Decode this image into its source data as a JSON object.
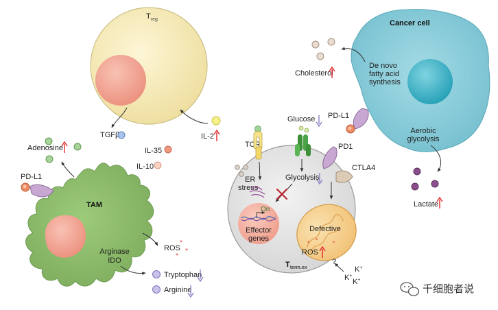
{
  "treg": {
    "label": "T",
    "sub": "reg"
  },
  "treg_outputs": {
    "tgfb": "TGFβ",
    "il2": "IL-2",
    "il35": "IL-35",
    "il10": "IL-10"
  },
  "tam": {
    "label": "TAM",
    "pdl1": "PD-L1",
    "adenosine": "Adenosine",
    "ros": "ROS",
    "enzymes_line1": "Arginase",
    "enzymes_line2": "IDO",
    "tryptophan": "Tryptophan",
    "arginine": "Arginine"
  },
  "cancer": {
    "label": "Cancer cell",
    "fa_line1": "De novo",
    "fa_line2": "fatty acid",
    "fa_line3": "synthesis",
    "cholesterol": "Cholesterol",
    "pdl1": "PD-L1",
    "glyco_line1": "Aerobic",
    "glyco_line2": "glycolysis",
    "lactate": "Lactate"
  },
  "tcell": {
    "label": "T",
    "sub": "term.ex",
    "glucose": "Glucose",
    "tcr": "TCR",
    "pd1": "PD1",
    "ctla4": "CTLA4",
    "er_line1": "ER",
    "er_line2": "stress",
    "glycolysis": "Glycolysis",
    "on": "On",
    "eff_line1": "Effector",
    "eff_line2": "genes",
    "mito_label": "Defective",
    "ros": "ROS",
    "question": "?",
    "k": "K",
    "plus": "+"
  },
  "watermark": "千细胞者说",
  "colors": {
    "treg_fill": "#f8eebe",
    "treg_nucleus": "#f3a898",
    "tam_fill": "#8fbe6e",
    "tam_nucleus": "#f0a494",
    "cancer_fill": "#8fcfdc",
    "cancer_nucleus": "#3eb2c6",
    "tcell_fill": "#e7e7e7",
    "mito_fill": "#f7d497",
    "up_arrow": "#e3262b",
    "down_arrow": "#8b7fc4"
  }
}
